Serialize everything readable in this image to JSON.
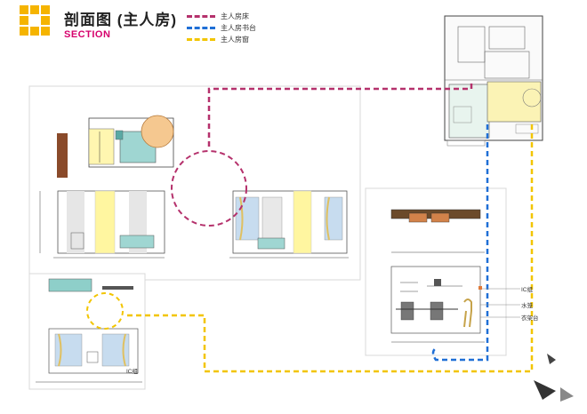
{
  "header": {
    "title": "剖面图 (主人房)",
    "subtitle": "SECTION"
  },
  "legend": [
    {
      "label": "主人房床",
      "color": "#b5316c"
    },
    {
      "label": "主人房书台",
      "color": "#1f6fd6"
    },
    {
      "label": "主人房窗",
      "color": "#f2c500"
    }
  ],
  "annotations": {
    "cabinet_label": "IC组",
    "basin_label": "水笼",
    "desk_label": "衣架台",
    "bottom_label": "IC组"
  },
  "colors": {
    "pink": "#b5316c",
    "blue": "#1f6fd6",
    "yellow": "#f2c500",
    "accent": "#f5b400"
  }
}
